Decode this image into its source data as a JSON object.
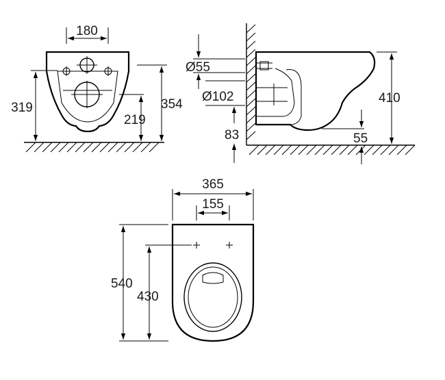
{
  "dimensions": {
    "front_width": "180",
    "front_height_319": "319",
    "front_height_354": "354",
    "front_height_219": "219",
    "side_pipe_55": "Ø55",
    "side_pipe_102": "Ø102",
    "side_height_410": "410",
    "side_offset_83": "83",
    "side_offset_55": "55",
    "top_width_365": "365",
    "top_width_155": "155",
    "top_length_540": "540",
    "top_length_430": "430"
  }
}
